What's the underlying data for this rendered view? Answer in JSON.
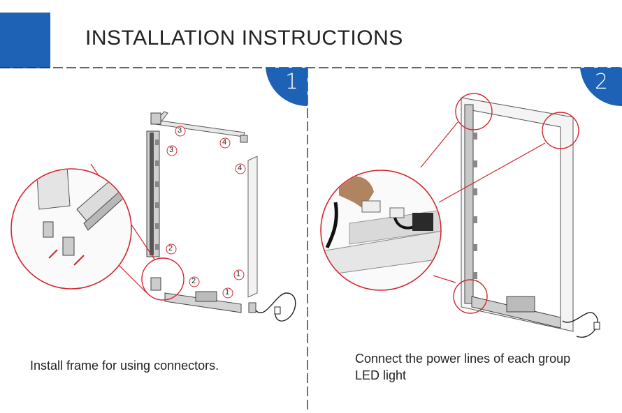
{
  "header": {
    "title": "INSTALLATION INSTRUCTIONS",
    "accent_color": "#1d62b4"
  },
  "steps": [
    {
      "number": "1",
      "caption": "Install frame for using connectors.",
      "callouts": [
        "3",
        "3",
        "4",
        "4",
        "2",
        "2",
        "1",
        "1"
      ]
    },
    {
      "number": "2",
      "caption": "Connect the power lines of each group LED light"
    }
  ],
  "colors": {
    "callout_red": "#d32630",
    "frame_gray": "#9a9a9a",
    "badge_blue": "#1d62b4"
  }
}
